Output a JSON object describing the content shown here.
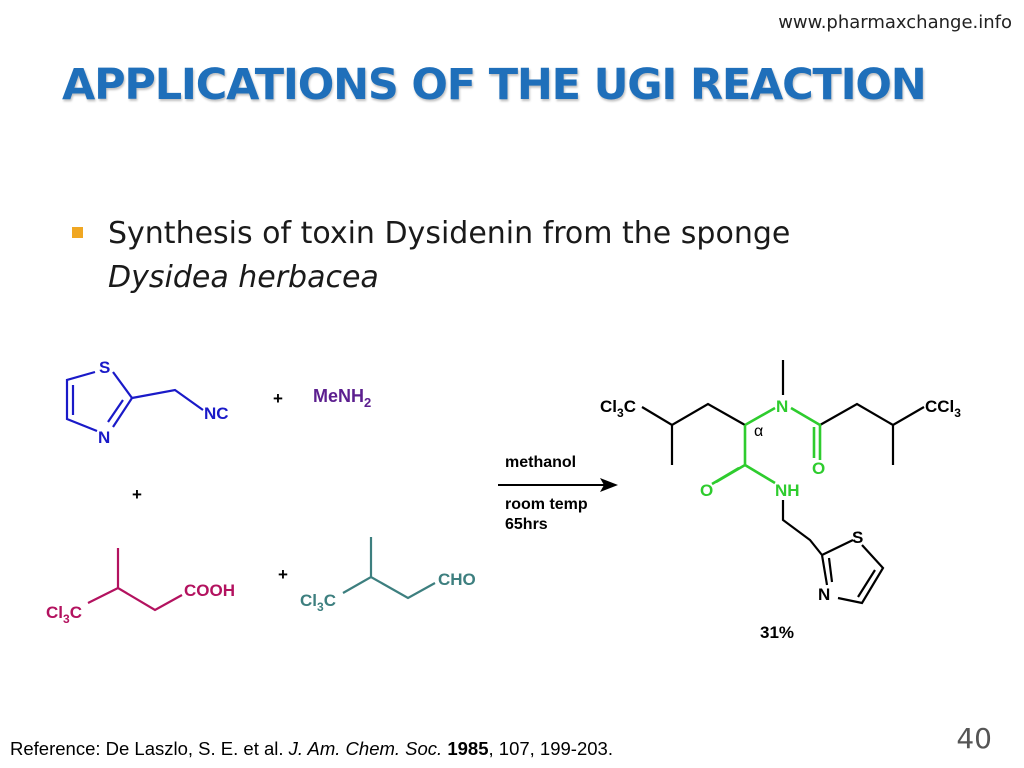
{
  "header": {
    "url": "www.pharmaxchange.info"
  },
  "title": "APPLICATIONS OF THE UGI REACTION",
  "bullet": {
    "text": "Synthesis of toxin Dysidenin from the sponge",
    "italic": "Dysidea herbacea"
  },
  "scheme": {
    "colors": {
      "isocyanide": "#1a1ac8",
      "amine": "#5c1f8f",
      "acid": "#b3125f",
      "aldehyde": "#3d7f7f",
      "product_core": "#2ecc2e",
      "black": "#000000"
    },
    "isocyanide": {
      "S": "S",
      "N": "N",
      "group": "NC"
    },
    "amine": "MeNH",
    "amine_sub": "2",
    "plus": "+",
    "acid": {
      "cl": "Cl",
      "sub": "3",
      "c": "C",
      "group": "COOH"
    },
    "aldehyde": {
      "cl": "Cl",
      "sub": "3",
      "c": "C",
      "group": "CHO"
    },
    "conditions": {
      "solvent": "methanol",
      "temp": "room temp",
      "time": "65hrs"
    },
    "product": {
      "left_cl": "Cl",
      "left_sub": "3",
      "left_c": "C",
      "right_ccl": "CCl",
      "right_sub": "3",
      "N": "N",
      "NH": "NH",
      "O1": "O",
      "O2": "O",
      "alpha": "α",
      "S": "S",
      "N2": "N"
    },
    "yield": "31%"
  },
  "reference": {
    "prefix": "Reference: De Laszlo, S. E. et al. ",
    "journal": "J. Am. Chem. Soc.",
    "year": "1985",
    "rest": ", 107, 199-203."
  },
  "slide_number": "40"
}
